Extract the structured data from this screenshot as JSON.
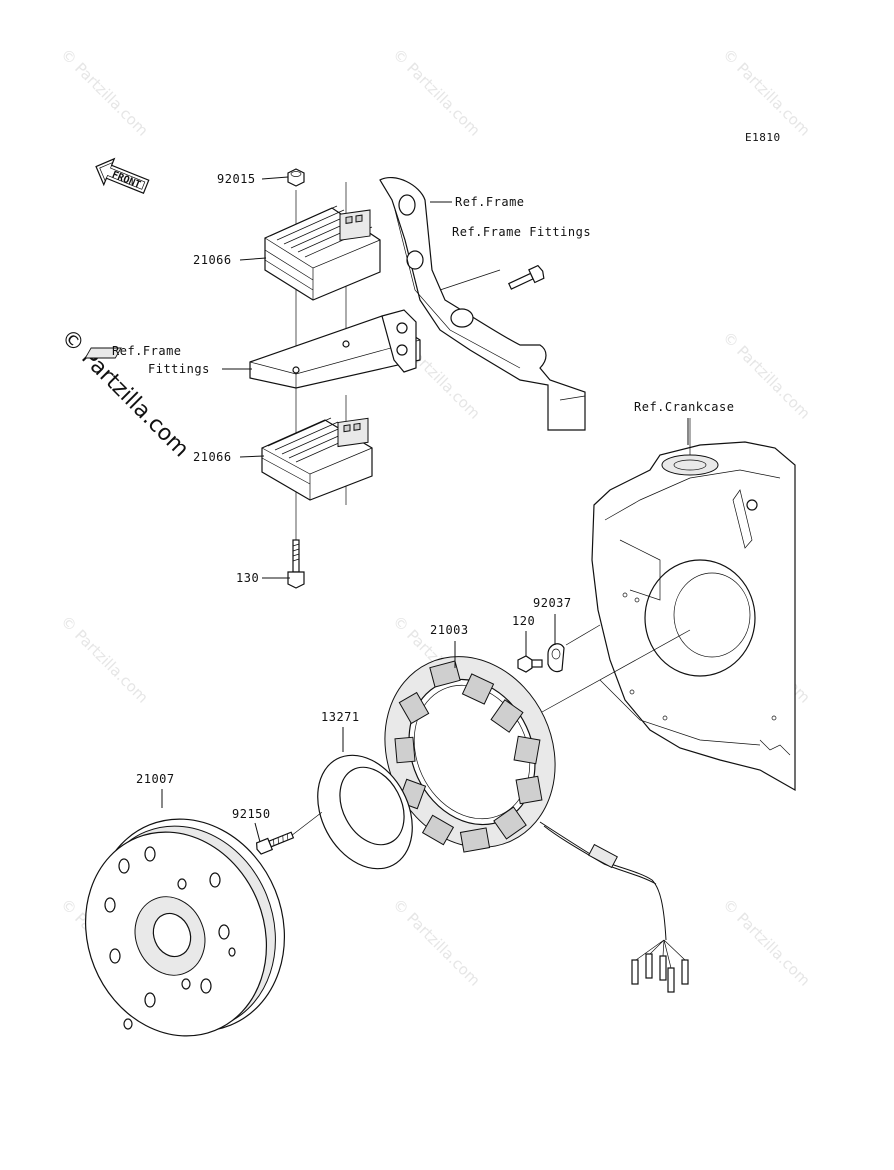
{
  "diagram_code": "E1810",
  "front_marker": "FRONT",
  "watermark": {
    "main": "© Partzilla.com",
    "tile": "© Partzilla.com"
  },
  "part_labels": {
    "p92015": "92015",
    "p21066_upper": "21066",
    "p21066_lower": "21066",
    "p130": "130",
    "p21003": "21003",
    "p120": "120",
    "p92037": "92037",
    "p13271": "13271",
    "p21007": "21007",
    "p92150": "92150"
  },
  "reference_labels": {
    "ref_frame": "Ref.Frame",
    "ref_frame_fittings_top": "Ref.Frame Fittings",
    "ref_frame_fittings_left_line1": "Ref.Frame",
    "ref_frame_fittings_left_line2": "Fittings",
    "ref_crankcase": "Ref.Crankcase"
  },
  "colors": {
    "line": "#111111",
    "watermark": "#e6e6e6",
    "background": "#ffffff"
  }
}
